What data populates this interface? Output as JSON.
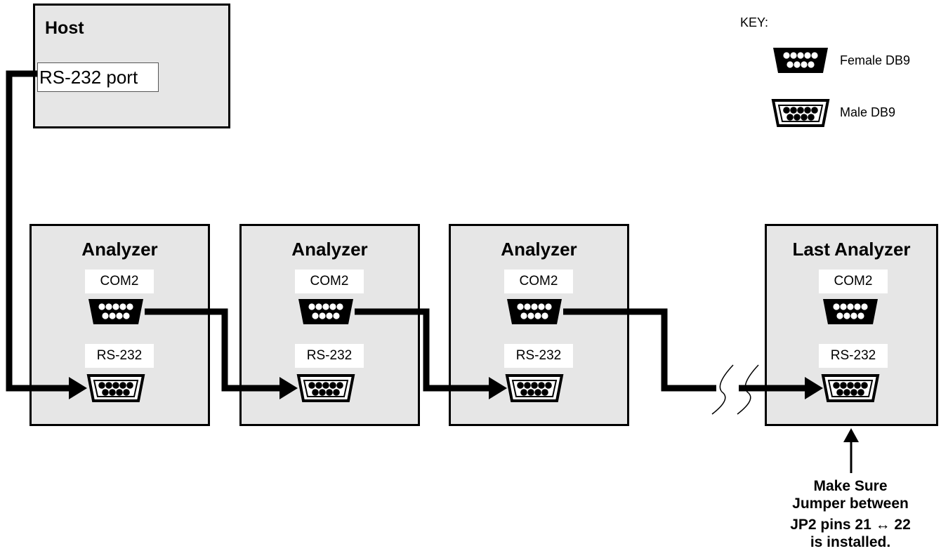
{
  "host": {
    "title": "Host",
    "port_label": "RS-232 port"
  },
  "analyzers": [
    {
      "title": "Analyzer",
      "com_label": "COM2",
      "rs_label": "RS-232"
    },
    {
      "title": "Analyzer",
      "com_label": "COM2",
      "rs_label": "RS-232"
    },
    {
      "title": "Analyzer",
      "com_label": "COM2",
      "rs_label": "RS-232"
    },
    {
      "title": "Last Analyzer",
      "com_label": "COM2",
      "rs_label": "RS-232"
    }
  ],
  "key": {
    "title": "KEY:",
    "female_label": "Female DB9",
    "male_label": "Male DB9"
  },
  "note": {
    "line1": "Make Sure",
    "line2": "Jumper between",
    "line3": "JP2 pins 21 ↔ 22",
    "line4": "is installed."
  },
  "icons": {
    "female_connector": "female-db9-icon",
    "male_connector": "male-db9-icon"
  }
}
